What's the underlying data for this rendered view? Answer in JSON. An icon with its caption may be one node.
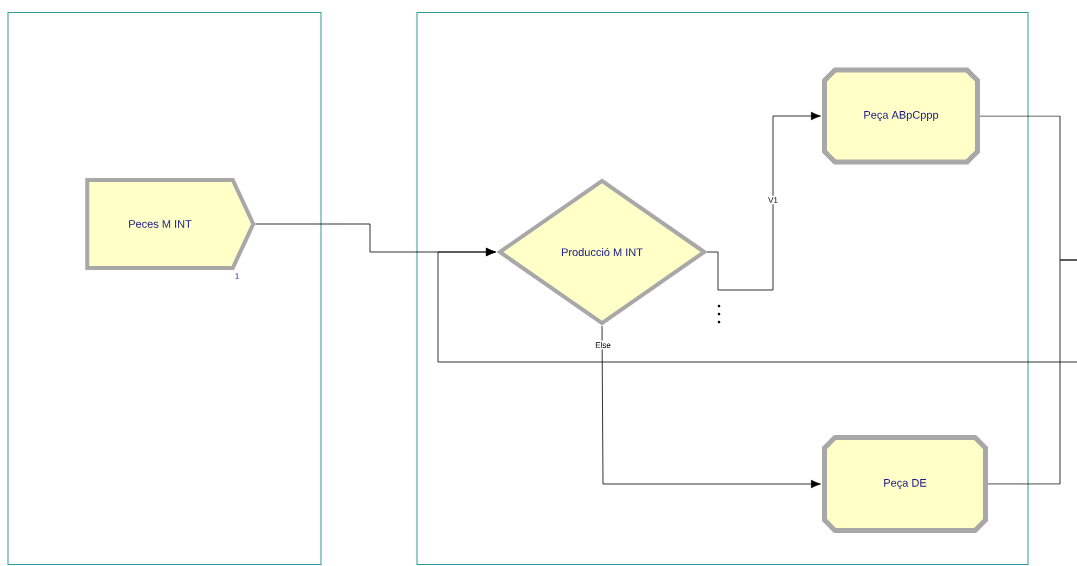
{
  "diagram": {
    "nodes": [
      {
        "text": [],
        "shape": "box"
      },
      {
        "text": [
          "Peces M INT"
        ],
        "in": 0,
        "beside": [
          "1"
        ]
      },
      {
        "text": [],
        "shape": "box"
      },
      {
        "text": [
          "Producció M INT"
        ],
        "in": 2
      },
      {
        "text": [
          "Peça ABpCppp"
        ],
        "in": 2
      },
      {
        "text": [
          "Peça DE"
        ],
        "in": 2
      }
    ],
    "edges": [
      {
        "from": 1,
        "to": 3,
        "arrow": "to"
      },
      {
        "from": 3,
        "to": 4,
        "arrow": "to",
        "label": "V1"
      },
      {
        "from": 3,
        "to": 5,
        "arrow": "to",
        "label": "Else"
      },
      {
        "from": 4,
        "to": null,
        "arrow": "none"
      },
      {
        "from": 5,
        "to": null,
        "arrow": "none"
      },
      {
        "from": null,
        "to": 3,
        "arrow": "to"
      }
    ]
  }
}
